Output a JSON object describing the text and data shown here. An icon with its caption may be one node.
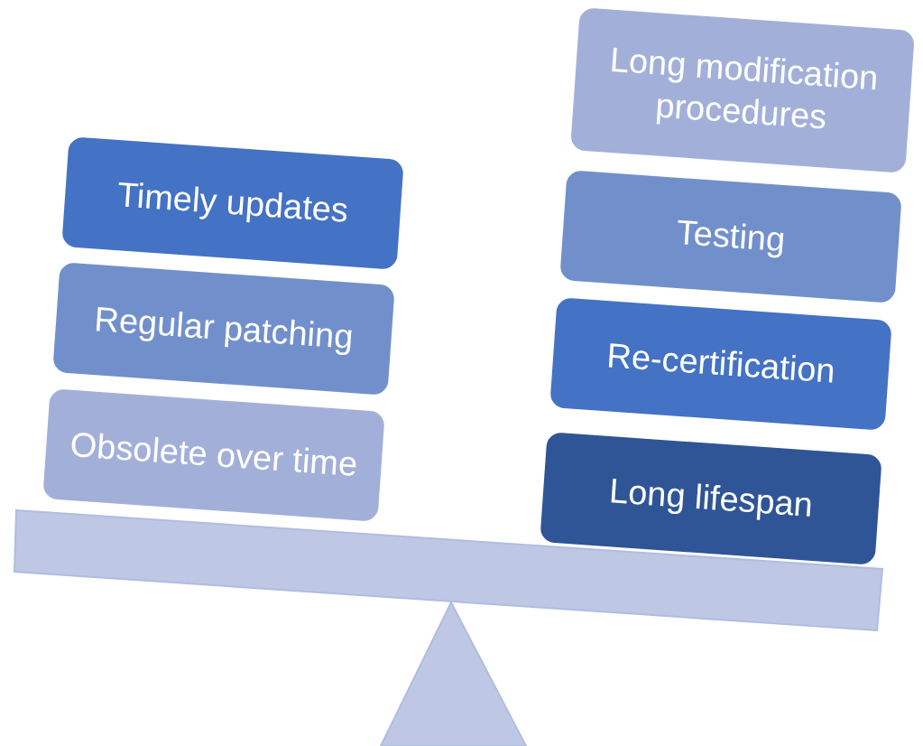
{
  "diagram": {
    "nodes": [
      {
        "text": [
          "Long modification procedures"
        ]
      },
      {
        "text": [
          "Timely updates"
        ]
      },
      {
        "text": [
          "Testing"
        ]
      },
      {
        "text": [
          "Regular patching"
        ]
      },
      {
        "text": [
          "Re-certification"
        ]
      },
      {
        "text": [
          "Obsolete over time"
        ]
      },
      {
        "text": [
          "Long lifespan"
        ]
      }
    ]
  }
}
